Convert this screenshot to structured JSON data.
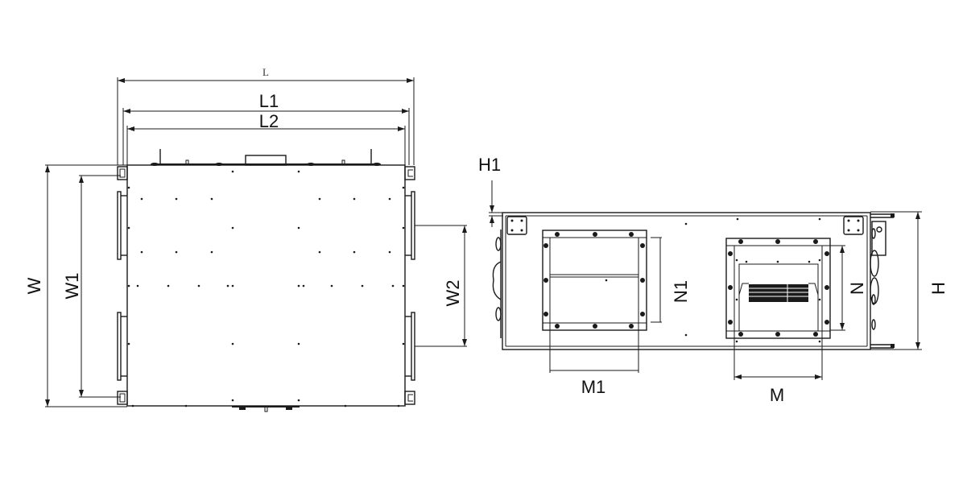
{
  "diagram": {
    "type": "technical-drawing",
    "views": [
      {
        "name": "top-view",
        "dimensions": {
          "L": "L",
          "L1": "L1",
          "L2": "L2",
          "W": "W",
          "W1": "W1",
          "W2": "W2"
        }
      },
      {
        "name": "side-view",
        "dimensions": {
          "H1": "H1",
          "H": "H",
          "N1": "N1",
          "N": "N",
          "M1": "M1",
          "M": "M"
        }
      }
    ]
  },
  "labels": {
    "L": "L",
    "L1": "L1",
    "L2": "L2",
    "W": "W",
    "W1": "W1",
    "W2": "W2",
    "H1": "H1",
    "H": "H",
    "N1": "N1",
    "N": "N",
    "M1": "M1",
    "M": "M"
  },
  "colors": {
    "line": "#1a1a1a",
    "background": "#ffffff"
  }
}
